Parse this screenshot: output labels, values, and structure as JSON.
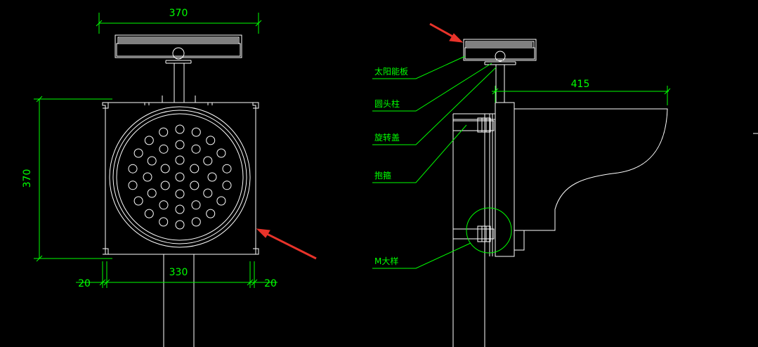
{
  "front_view": {
    "dim_width_top": "370",
    "dim_height_left": "370",
    "dim_inner_width": "330",
    "dim_margin_left": "20",
    "dim_margin_right": "20"
  },
  "side_view": {
    "dim_arm_length": "415",
    "labels": [
      "太阳能板",
      "圆头柱",
      "旋转盖",
      "抱箍",
      "M大样"
    ]
  },
  "colors": {
    "background": "#000000",
    "lines": "#ffffff",
    "dimensions": "#00ff00",
    "arrows": "#e8332a"
  }
}
